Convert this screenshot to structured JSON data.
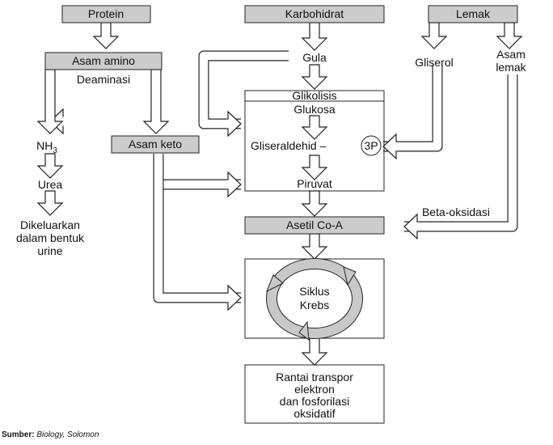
{
  "nodes": {
    "protein": "Protein",
    "asam_amino": "Asam amino",
    "deaminasi": "Deaminasi",
    "nh3": "NH",
    "nh3_sub": "3",
    "urea": "Urea",
    "dikeluarkan": [
      "Dikeluarkan",
      "dalam bentuk",
      "urine"
    ],
    "asam_keto": "Asam keto",
    "karbohidrat": "Karbohidrat",
    "gula": "Gula",
    "glikolisis": "Glikolisis",
    "glukosa": "Glukosa",
    "gliseraldehid": "Gliseraldehid –",
    "p3": "3P",
    "piruvat": "Piruvat",
    "asetil": "Asetil Co-A",
    "siklus": [
      "Siklus",
      "Krebs"
    ],
    "rantai": [
      "Rantai transpor",
      "elektron",
      "dan fosforilasi",
      "oksidatif"
    ],
    "lemak": "Lemak",
    "gliserol": "Gliserol",
    "asam_lemak": [
      "Asam",
      "lemak"
    ],
    "beta": "Beta-oksidasi"
  },
  "source": {
    "label": "Sumber:",
    "text": "Biology, Solomon"
  },
  "colors": {
    "box_fill": "#cccccc",
    "ring_fill": "#c8c8c8",
    "stroke": "#222222"
  }
}
